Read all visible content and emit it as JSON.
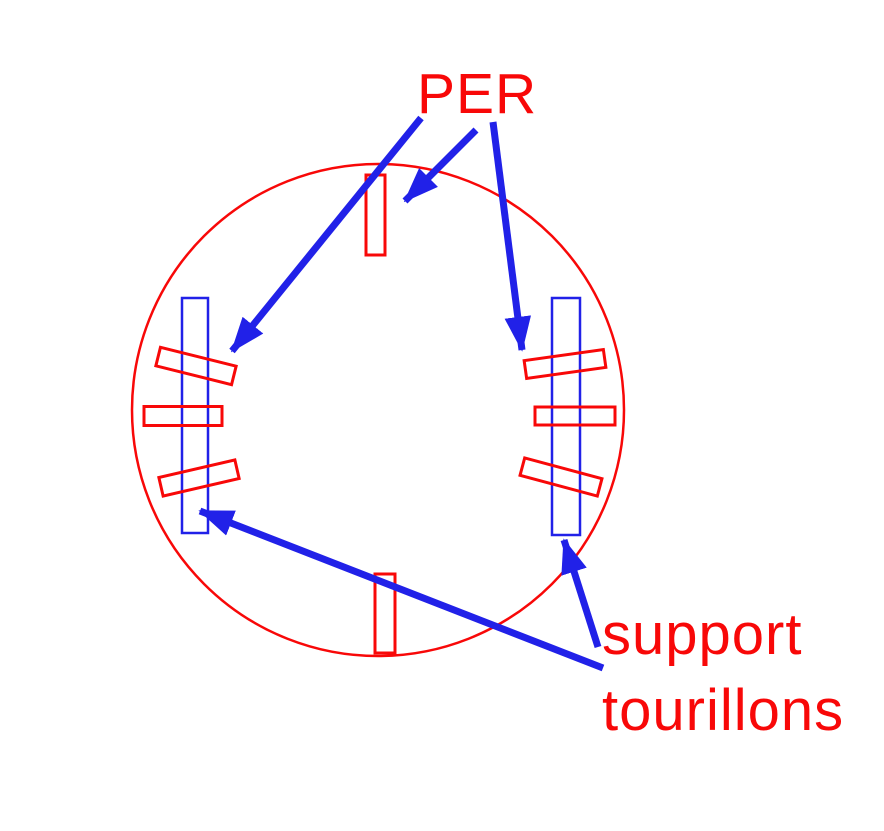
{
  "diagram": {
    "title_hint": "schema support tourillons",
    "labels": {
      "per": "PER",
      "support_line1": "support",
      "support_line2": "tourillons"
    },
    "shapes": {
      "outer_circle": "red outline circle",
      "per_rect_top": "small vertical red rectangle at top",
      "per_rect_bottom": "small vertical red rectangle at bottom",
      "support_left": "blue vertical rectangle left",
      "support_right": "blue vertical rectangle right",
      "pins": "three red crossing pins on each blue support"
    },
    "arrows": [
      "per-to-left-support",
      "per-to-top-rect",
      "per-to-right-support",
      "support-label-to-left-support",
      "support-label-to-right-support"
    ]
  },
  "colors": {
    "red": "#f80808",
    "blue": "#2121e8"
  }
}
